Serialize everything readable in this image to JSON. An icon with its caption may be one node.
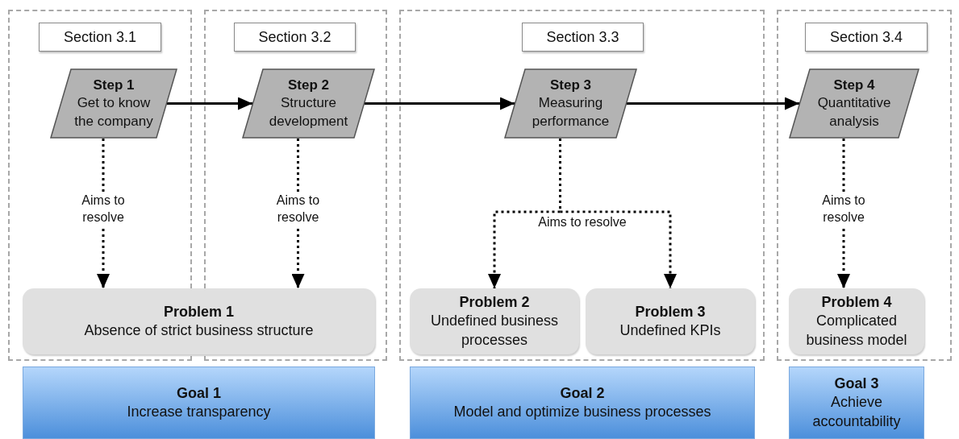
{
  "diagram": {
    "nodes": [
      {
        "text": [],
        "shape": "box"
      },
      {
        "text": [
          "Section 3.1"
        ],
        "in": 0
      },
      {
        "text": [
          "Step 1",
          "Get to know the company"
        ],
        "in": 0
      },
      {
        "text": [],
        "shape": "box"
      },
      {
        "text": [
          "Section 3.2"
        ],
        "in": 3
      },
      {
        "text": [
          "Step 2",
          "Structure development"
        ],
        "in": 3
      },
      {
        "text": [],
        "shape": "box"
      },
      {
        "text": [
          "Section 3.3"
        ],
        "in": 6
      },
      {
        "text": [
          "Step 3",
          "Measuring performance"
        ],
        "in": 6
      },
      {
        "text": [],
        "shape": "box"
      },
      {
        "text": [
          "Section 3.4"
        ],
        "in": 9
      },
      {
        "text": [
          "Step 4",
          "Quantitative analysis"
        ],
        "in": 9
      },
      {
        "text": [
          "Problem 1",
          "Absence of strict business structure"
        ]
      },
      {
        "text": [
          "Problem 2",
          "Undefined business processes"
        ],
        "in": 6
      },
      {
        "text": [
          "Problem 3",
          "Undefined KPIs"
        ],
        "in": 6
      },
      {
        "text": [
          "Problem 4",
          "Complicated business model"
        ],
        "in": 9
      },
      {
        "text": [
          "Goal 1",
          "Increase transparency"
        ]
      },
      {
        "text": [
          "Goal 2",
          "Model and optimize business processes"
        ]
      },
      {
        "text": [
          "Goal 3",
          "Achieve accountability"
        ]
      }
    ],
    "edges": [
      {
        "from": 2,
        "to": 5,
        "arrow": "to"
      },
      {
        "from": 5,
        "to": 8,
        "arrow": "to"
      },
      {
        "from": 8,
        "to": 11,
        "arrow": "to"
      },
      {
        "from": 2,
        "to": 12,
        "arrow": "to",
        "label": "Aims to resolve",
        "style": "dashed"
      },
      {
        "from": 5,
        "to": 12,
        "arrow": "to",
        "label": "Aims to resolve",
        "style": "dashed"
      },
      {
        "from": 8,
        "to": 13,
        "arrow": "to",
        "label": "Aims to resolve",
        "style": "dashed"
      },
      {
        "from": 8,
        "to": 14,
        "arrow": "to",
        "style": "dashed"
      },
      {
        "from": 11,
        "to": 15,
        "arrow": "to",
        "label": "Aims to resolve",
        "style": "dashed"
      }
    ]
  }
}
